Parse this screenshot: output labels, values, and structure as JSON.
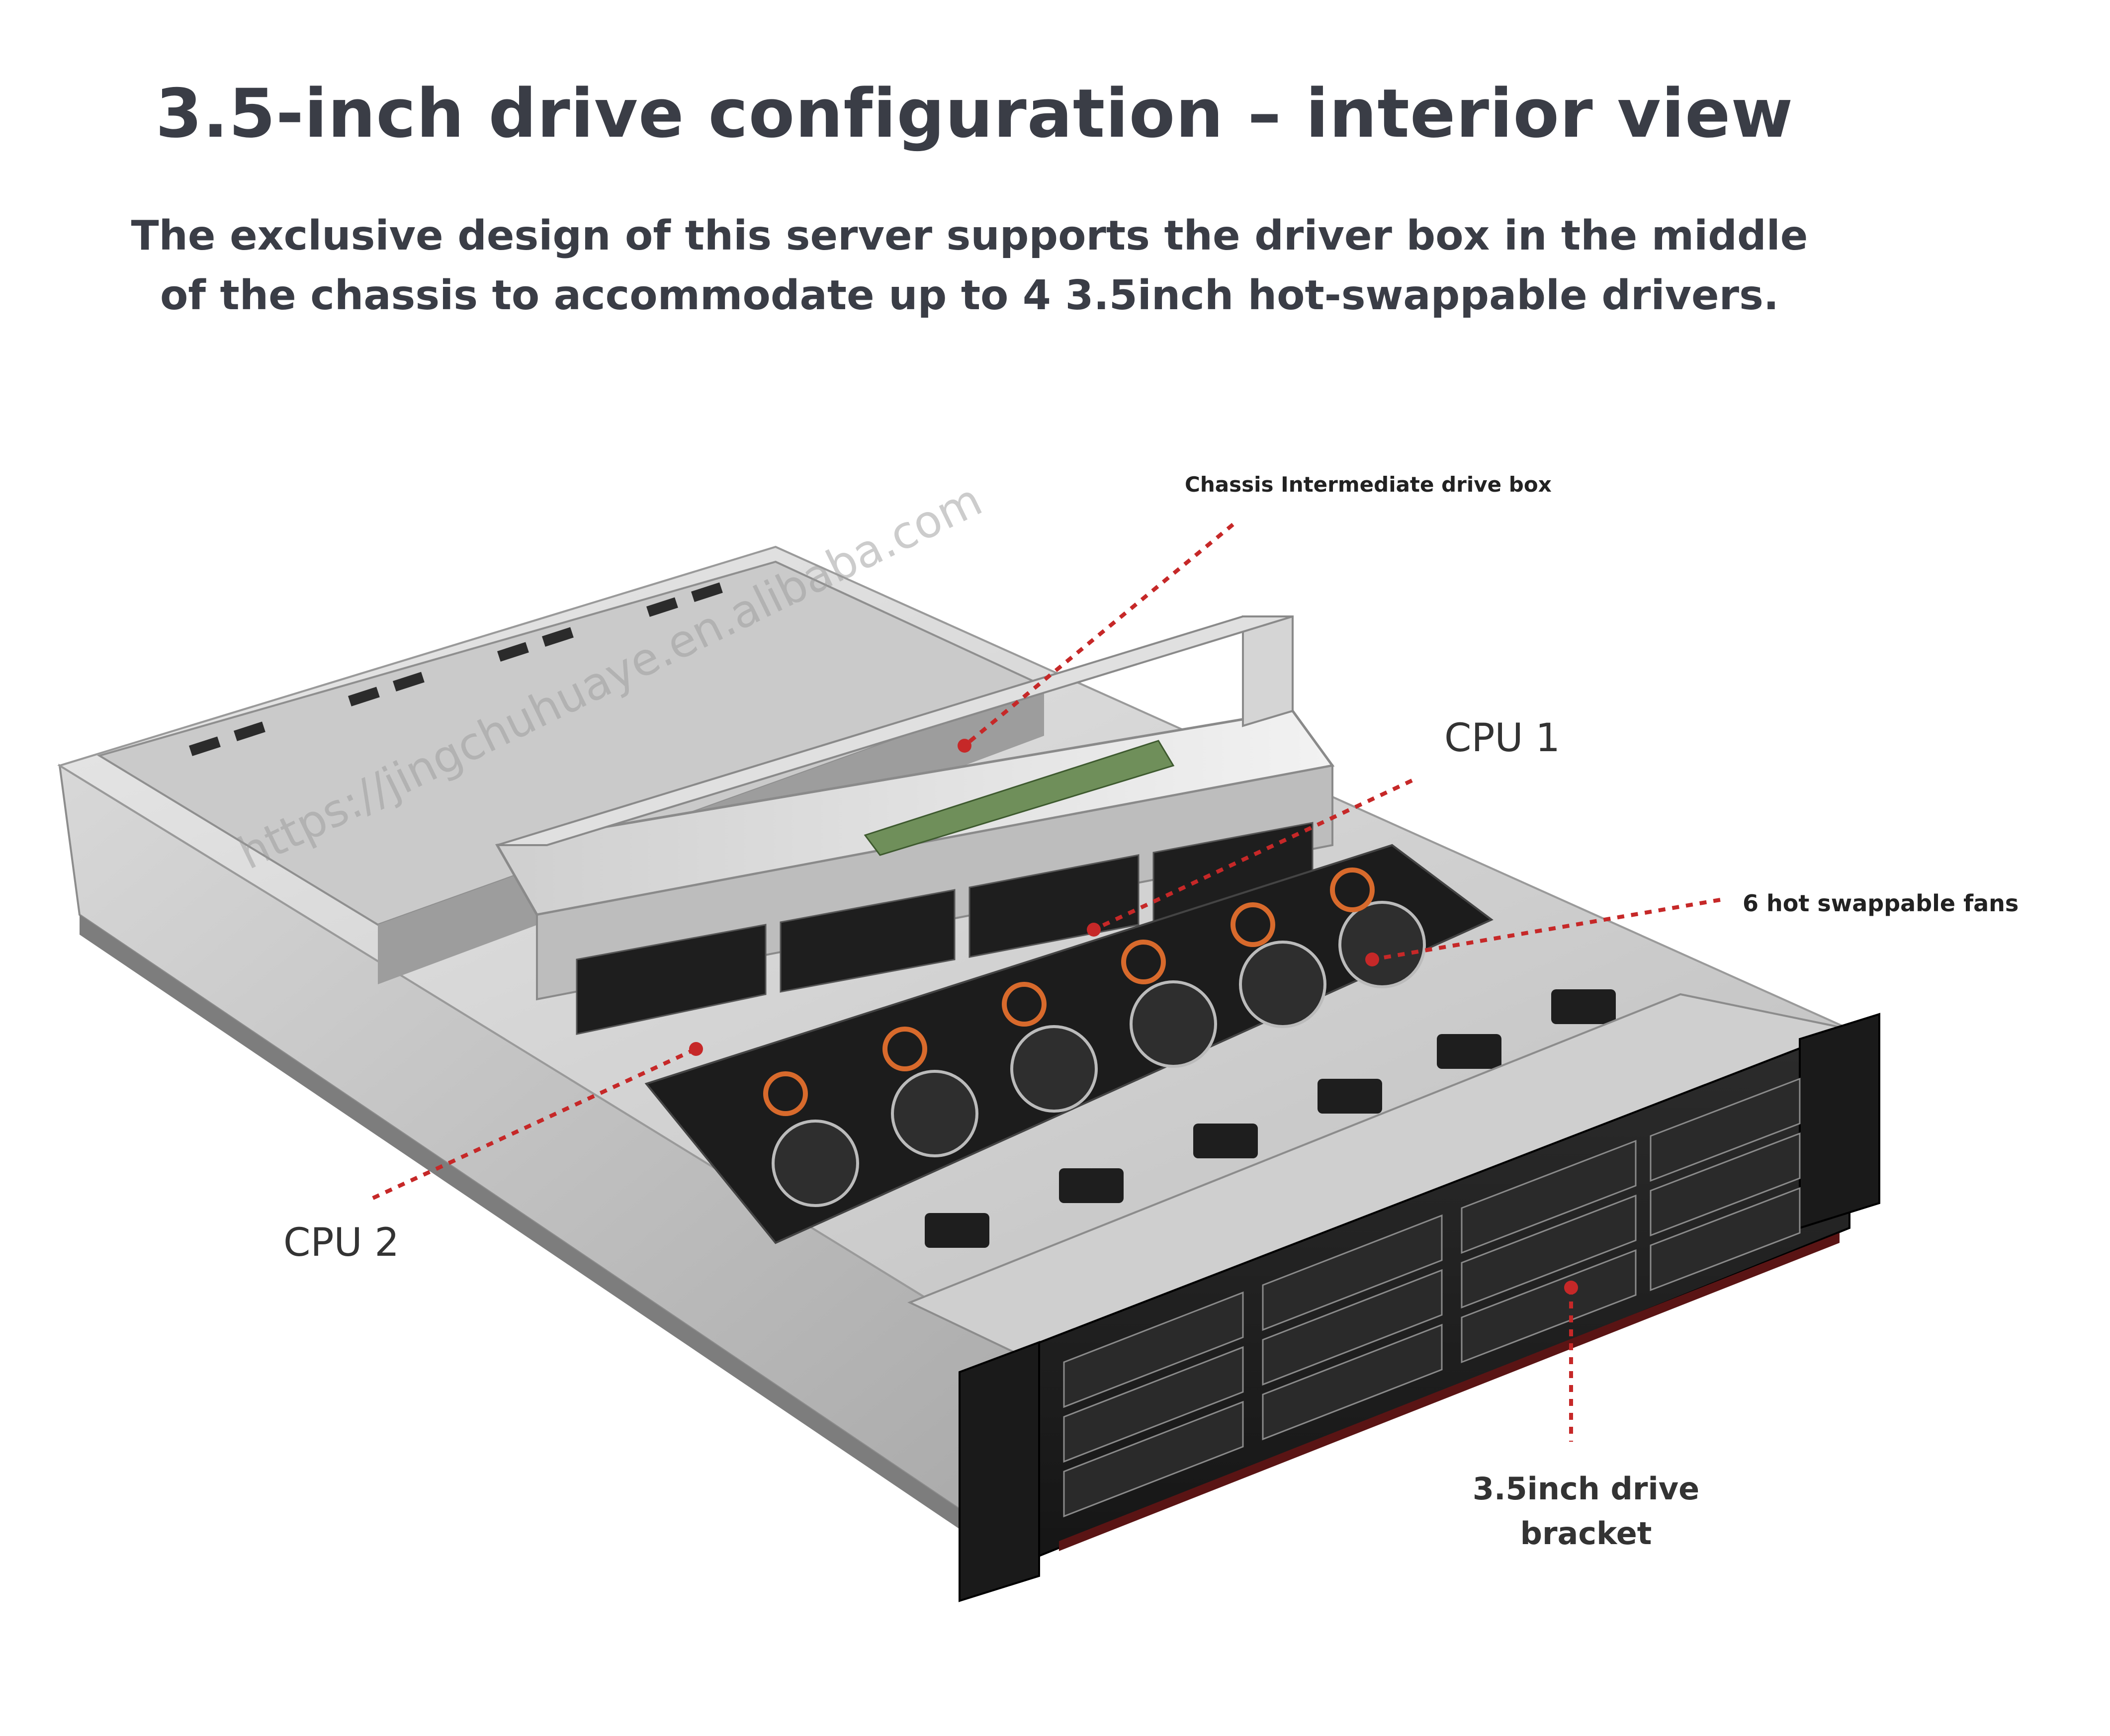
{
  "title": "3.5-inch drive configuration – interior view",
  "subtitle": {
    "line1": "The exclusive design of this server supports the driver box in the middle",
    "line2": "of the chassis to accommodate up to 4 3.5inch hot-swappable drivers."
  },
  "callouts": {
    "drive_box": "Chassis Intermediate drive box",
    "cpu1": "CPU 1",
    "fans": "6 hot swappable fans",
    "cpu2": "CPU 2",
    "bracket_line1": "3.5inch drive",
    "bracket_line2": "bracket"
  },
  "watermark": "https://jingchuhuaye.en.alibaba.com",
  "colors": {
    "callout_line": "#c62828",
    "text": "#3a3d46"
  }
}
